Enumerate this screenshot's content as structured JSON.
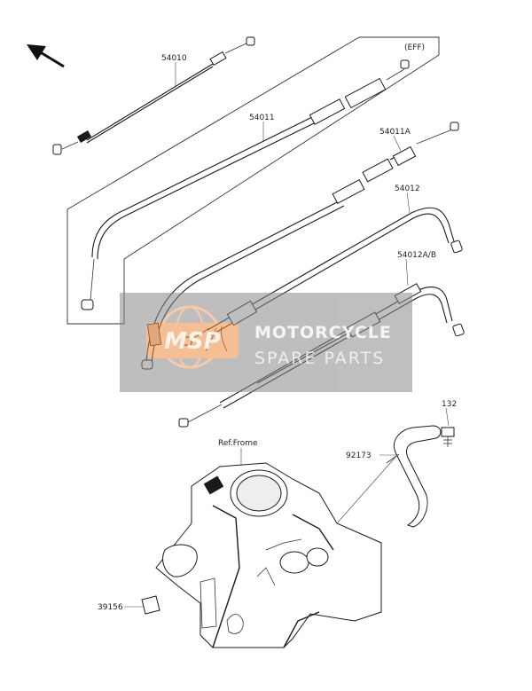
{
  "diagram": {
    "labels": {
      "p54010": "54010",
      "p54011": "54011",
      "p54011a": "54011A",
      "p54012": "54012",
      "p54012ab": "54012A/B",
      "p132": "132",
      "p92173": "92173",
      "p39156": "39156",
      "eff": "(EFF)",
      "ref_frame": "Ref.Frome"
    },
    "watermark": {
      "logo_text": "MSP",
      "line1": "MOTORCYCLE",
      "line2": "SPARE PARTS",
      "accent_color": "#f08a3c",
      "panel_color": "#888888"
    },
    "direction_arrow": "arrow-up-left-icon"
  }
}
